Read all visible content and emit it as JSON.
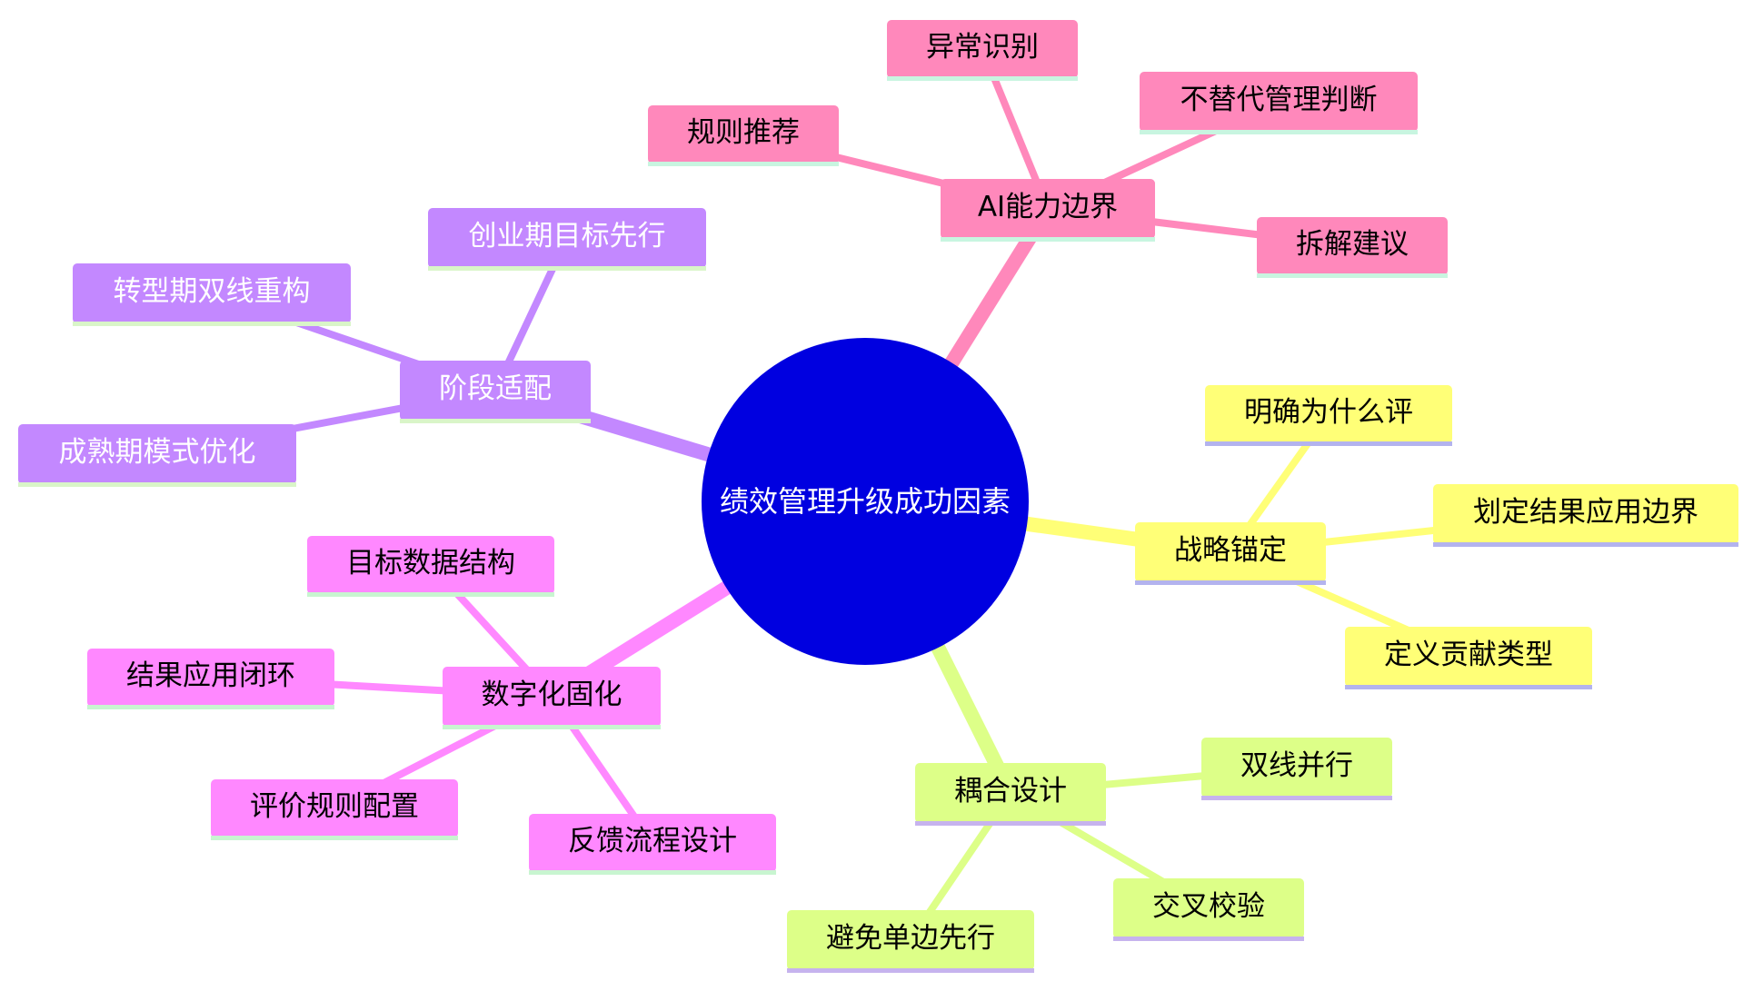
{
  "root": {
    "label": "绩效管理升级成功因素",
    "fill": "#0000e0",
    "text_color": "#ffffff"
  },
  "branches": [
    {
      "id": "ai",
      "label": "AI能力边界",
      "fill": "#ff88bb",
      "line": "#ff88bb",
      "underline": "#c8f5e0",
      "text_color": "#000000",
      "children": [
        "异常识别",
        "不替代管理判断",
        "规则推荐",
        "拆解建议"
      ]
    },
    {
      "id": "strategy",
      "label": "战略锚定",
      "fill": "#ffff77",
      "line": "#ffff77",
      "underline": "#b3b3ee",
      "text_color": "#000000",
      "children": [
        "明确为什么评",
        "划定结果应用边界",
        "定义贡献类型"
      ]
    },
    {
      "id": "coupling",
      "label": "耦合设计",
      "fill": "#ddff88",
      "line": "#ddff88",
      "underline": "#c6b3ee",
      "text_color": "#000000",
      "children": [
        "双线并行",
        "交叉校验",
        "避免单边先行"
      ]
    },
    {
      "id": "digital",
      "label": "数字化固化",
      "fill": "#ff88ff",
      "line": "#ff88ff",
      "underline": "#c8f5d0",
      "text_color": "#000000",
      "children": [
        "目标数据结构",
        "结果应用闭环",
        "评价规则配置",
        "反馈流程设计"
      ]
    },
    {
      "id": "stage",
      "label": "阶段适配",
      "fill": "#c388ff",
      "line": "#c388ff",
      "underline": "#d9f5c8",
      "text_color": "#ffffff",
      "children": [
        "创业期目标先行",
        "转型期双线重构",
        "成熟期模式优化"
      ]
    }
  ]
}
